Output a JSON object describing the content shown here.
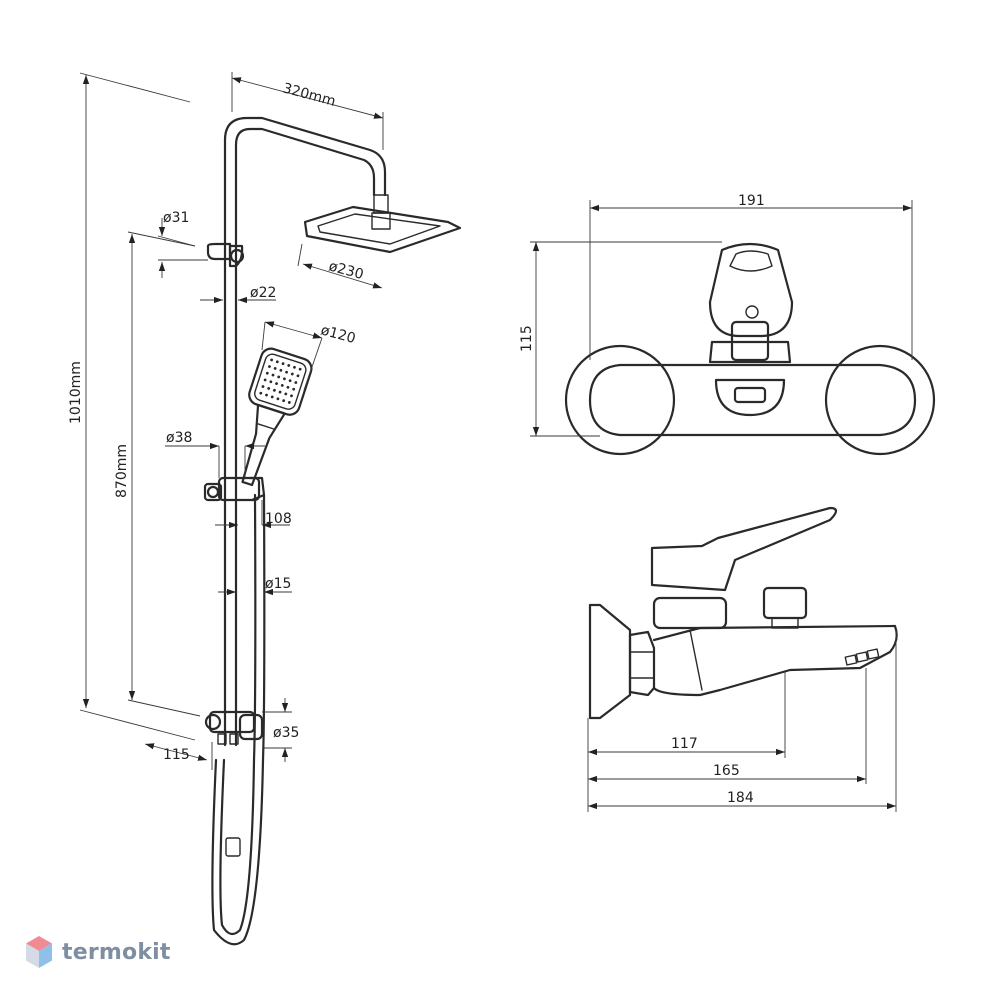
{
  "dimensions": {
    "riser_width": "320mm",
    "total_height": "1010mm",
    "holder_upper": "ø31",
    "overhead_diameter": "ø230",
    "bar_diameter": "ø22",
    "hand_shower_diameter": "ø120",
    "slider_diameter": "ø38",
    "slider_offset": "108",
    "bar_height": "870mm",
    "hose_diameter": "ø15",
    "bracket_diameter": "ø35",
    "bracket_depth": "115",
    "mixer_width": "191",
    "mixer_height": "115",
    "spout_117": "117",
    "spout_165": "165",
    "spout_184": "184"
  },
  "brand": {
    "name": "termokit",
    "colors": {
      "top": "#f08a93",
      "left": "#d4dbe6",
      "right": "#8fc0ea",
      "text": "#7e8fa3"
    }
  },
  "icons": [
    "cube-logo-icon"
  ]
}
